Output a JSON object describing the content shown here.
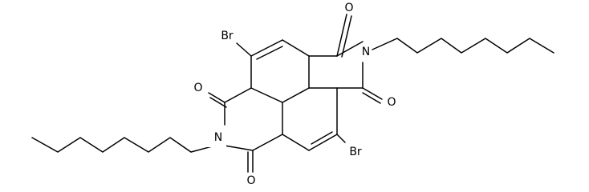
{
  "atom_labels": {
    "br_top": "Br",
    "br_bottom": "Br",
    "o_top_right": "O",
    "o_right": "O",
    "o_left": "O",
    "o_bottom_left": "O",
    "n_right": "N",
    "n_left": "N"
  },
  "colors": {
    "bond": "#000000",
    "background": "#ffffff"
  }
}
